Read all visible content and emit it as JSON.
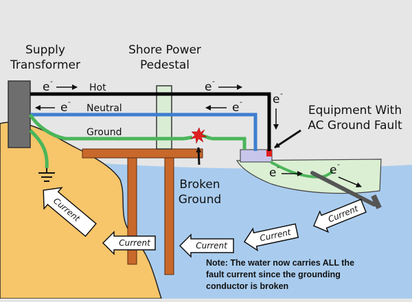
{
  "labels": {
    "supply_transformer": [
      "Supply",
      "Transformer"
    ],
    "shore_power_pedestal": [
      "Shore Power",
      "Pedestal"
    ],
    "equipment_fault": [
      "Equipment With",
      "AC Ground Fault"
    ],
    "broken_ground": [
      "Broken",
      "Ground"
    ]
  },
  "wires": {
    "hot": "Hot",
    "neutral": "Neutral",
    "ground": "Ground"
  },
  "electron": {
    "symbol": "e",
    "superscript": "-"
  },
  "current_label": "Current",
  "note": [
    "Note: The water now carries ALL the",
    "fault current since the grounding",
    "conductor is broken"
  ],
  "colors": {
    "sky": "#e6e6e6",
    "land": "#f7c56a",
    "water": "#a9ccee",
    "transformer": "#6e6e6e",
    "pedestal": "#d9ecd4",
    "dock": "#c8682b",
    "boat": "#dbefd3",
    "equipment": "#c9c6ec",
    "hot_wire": "#000000",
    "neutral_wire": "#3d7ed0",
    "ground_wire": "#4bb55a",
    "fault_spark": "#e02020",
    "current_arrow": "#ffffff"
  }
}
